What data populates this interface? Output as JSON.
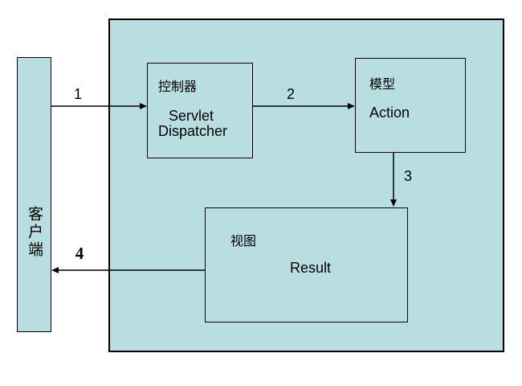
{
  "colors": {
    "box_fill": "#b9dee2",
    "border": "#000000",
    "background": "#ffffff"
  },
  "client": {
    "label": "客户端"
  },
  "controller": {
    "label": "控制器",
    "sublabel_line1": "Servlet",
    "sublabel_line2": "Dispatcher"
  },
  "model": {
    "label": "模型",
    "sublabel": "Action"
  },
  "view": {
    "label": "视图",
    "sublabel": "Result"
  },
  "arrows": [
    {
      "label": "1",
      "from": "client",
      "to": "controller"
    },
    {
      "label": "2",
      "from": "controller",
      "to": "model"
    },
    {
      "label": "3",
      "from": "model",
      "to": "view"
    },
    {
      "label": "4",
      "from": "view",
      "to": "client"
    }
  ]
}
